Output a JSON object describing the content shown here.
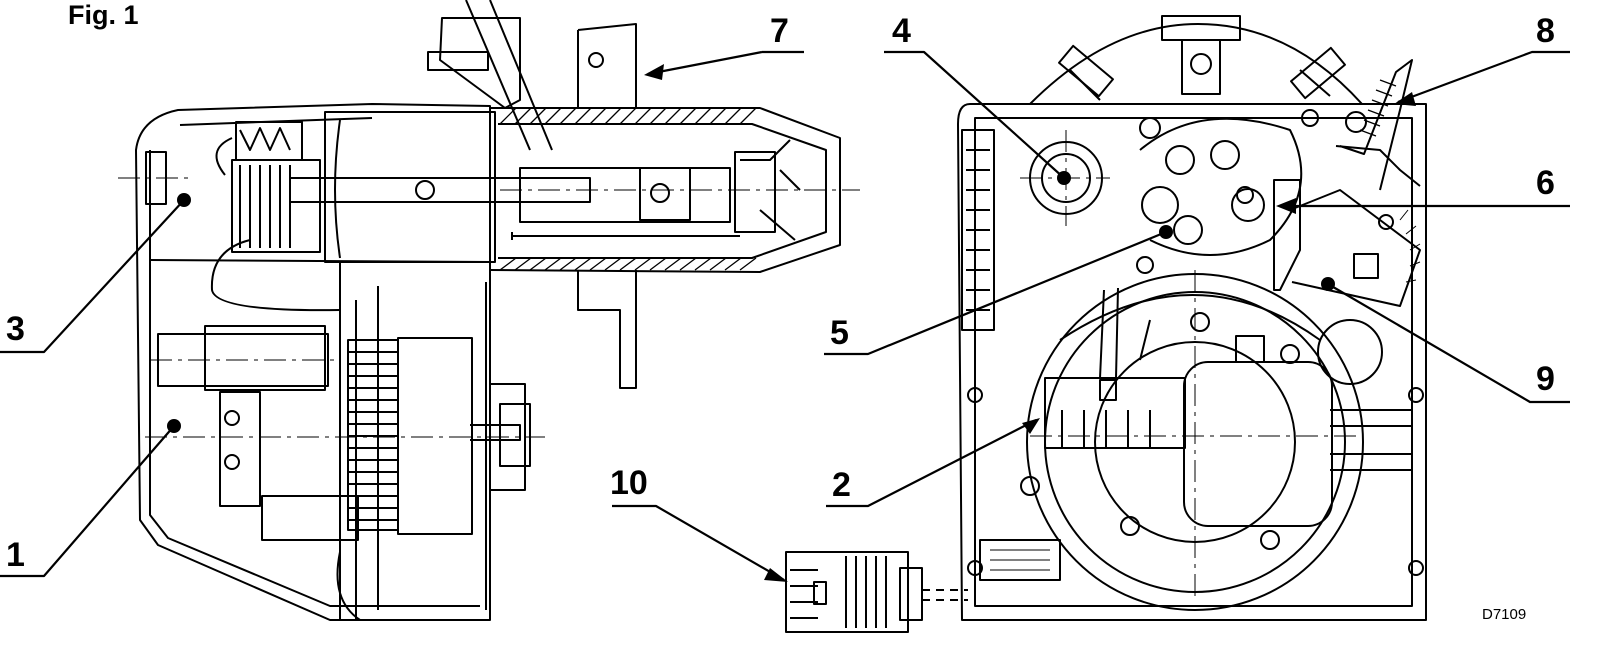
{
  "figure": {
    "title": "Fig. 1",
    "reference_code": "D7109"
  },
  "callouts": {
    "c1": "1",
    "c2": "2",
    "c3": "3",
    "c4": "4",
    "c5": "5",
    "c6": "6",
    "c7": "7",
    "c8": "8",
    "c9": "9",
    "c10": "10"
  },
  "colors": {
    "line": "#000000",
    "background": "#ffffff"
  }
}
